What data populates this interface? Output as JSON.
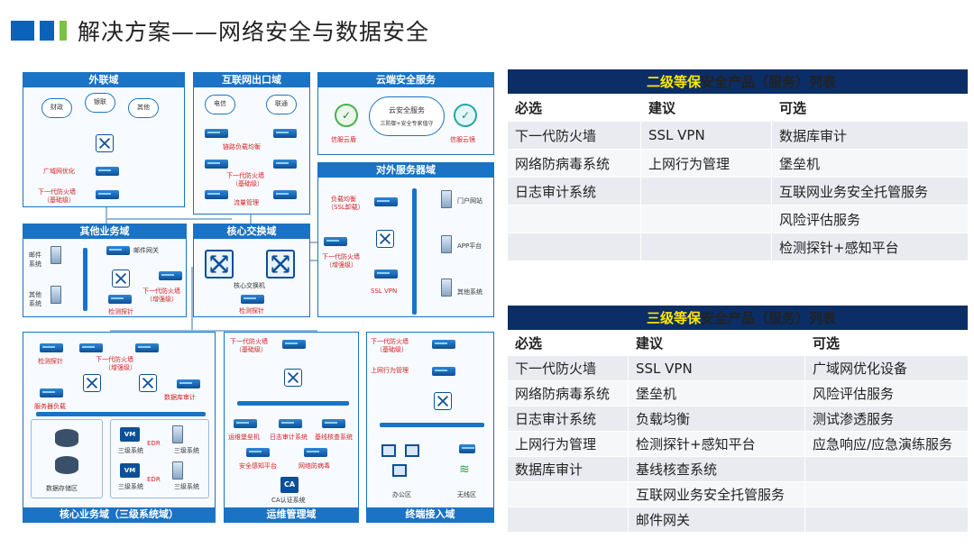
{
  "header": {
    "title": "解决方案——网络安全与数据安全"
  },
  "diagram": {
    "zones": {
      "external": "外联域",
      "internet_exit": "互联网出口域",
      "cloud_service": "云端安全服务",
      "public_server": "对外服务器域",
      "other_business": "其他业务域",
      "core_switch": "核心交换域",
      "core_business": "核心业务域（三级系统域）",
      "ops_mgmt": "运维管理域",
      "terminal_access": "终端接入域"
    },
    "labels": {
      "finance": "财政",
      "unionpay": "银联",
      "other": "其他",
      "wan_opt": "广域网优化",
      "ngfw_basic": "下一代防火墙",
      "basic_level": "（基础级）",
      "telecom": "电信",
      "unicom": "联通",
      "link_lb": "链路负载均衡",
      "ngfw": "下一代防火墙",
      "flow_mgmt": "流量管理",
      "cloud_sec": "云安全服务",
      "cloud_sec_sub": "三防御+安全专家值守",
      "xinfu_yundun": "信服云盾",
      "xinfu_yunjing": "信服云镜",
      "lb_ssl": "负载均衡",
      "ssl_offload": "（SSL卸载）",
      "portal": "门户网站",
      "app_platform": "APP平台",
      "other_systems": "其他系统",
      "ssl_vpn": "SSL VPN",
      "enhanced_level": "（增强级）",
      "mail_system": "邮件",
      "system": "系统",
      "mail_gateway": "邮件网关",
      "other_sys_a": "其他",
      "detect_probe": "检测探针",
      "core_switch_dev": "核心交换机",
      "db_audit": "数据库审计",
      "server_lb": "服务器负载",
      "data_storage": "数据存储区",
      "vm": "VM",
      "edr": "EDR",
      "level3_system": "三级系统",
      "bastion": "运维堡垒机",
      "log_audit": "日志审计系统",
      "baseline": "基线核查系统",
      "sec_aware": "安全感知平台",
      "antivirus": "网络防病毒",
      "ca_system": "CA认证系统",
      "ca": "CA",
      "internet_behavior": "上网行为管理",
      "office_area": "办公区",
      "wireless_area": "无线区"
    }
  },
  "level2": {
    "title_highlight": "二级等保",
    "title_rest": "安全产品（服务）列表",
    "headers": [
      "必选",
      "建议",
      "可选"
    ],
    "rows": [
      [
        "下一代防火墙",
        "SSL VPN",
        "数据库审计"
      ],
      [
        "网络防病毒系统",
        "上网行为管理",
        "堡垒机"
      ],
      [
        "日志审计系统",
        "",
        "互联网业务安全托管服务"
      ],
      [
        "",
        "",
        "风险评估服务"
      ],
      [
        "",
        "",
        "检测探针+感知平台"
      ]
    ]
  },
  "level3": {
    "title_highlight": "三级等保",
    "title_rest": "安全产品（服务）列表",
    "headers": [
      "必选",
      "建议",
      "可选"
    ],
    "rows": [
      [
        "下一代防火墙",
        "SSL VPN",
        "广域网优化设备"
      ],
      [
        "网络防病毒系统",
        "堡垒机",
        "风险评估服务"
      ],
      [
        "日志审计系统",
        "负载均衡",
        "测试渗透服务"
      ],
      [
        "上网行为管理",
        "检测探针+感知平台",
        "应急响应/应急演练服务"
      ],
      [
        "数据库审计",
        "基线核查系统",
        ""
      ],
      [
        "",
        "互联网业务安全托管服务",
        ""
      ],
      [
        "",
        "邮件网关",
        ""
      ]
    ]
  },
  "colors": {
    "brand_blue": "#0a63b8",
    "brand_green": "#7cc242",
    "table_header_bg": "#0b2e66",
    "title_highlight": "#ffe600",
    "zone_blue": "#1a73c4",
    "alert_red": "#d21f1f"
  }
}
